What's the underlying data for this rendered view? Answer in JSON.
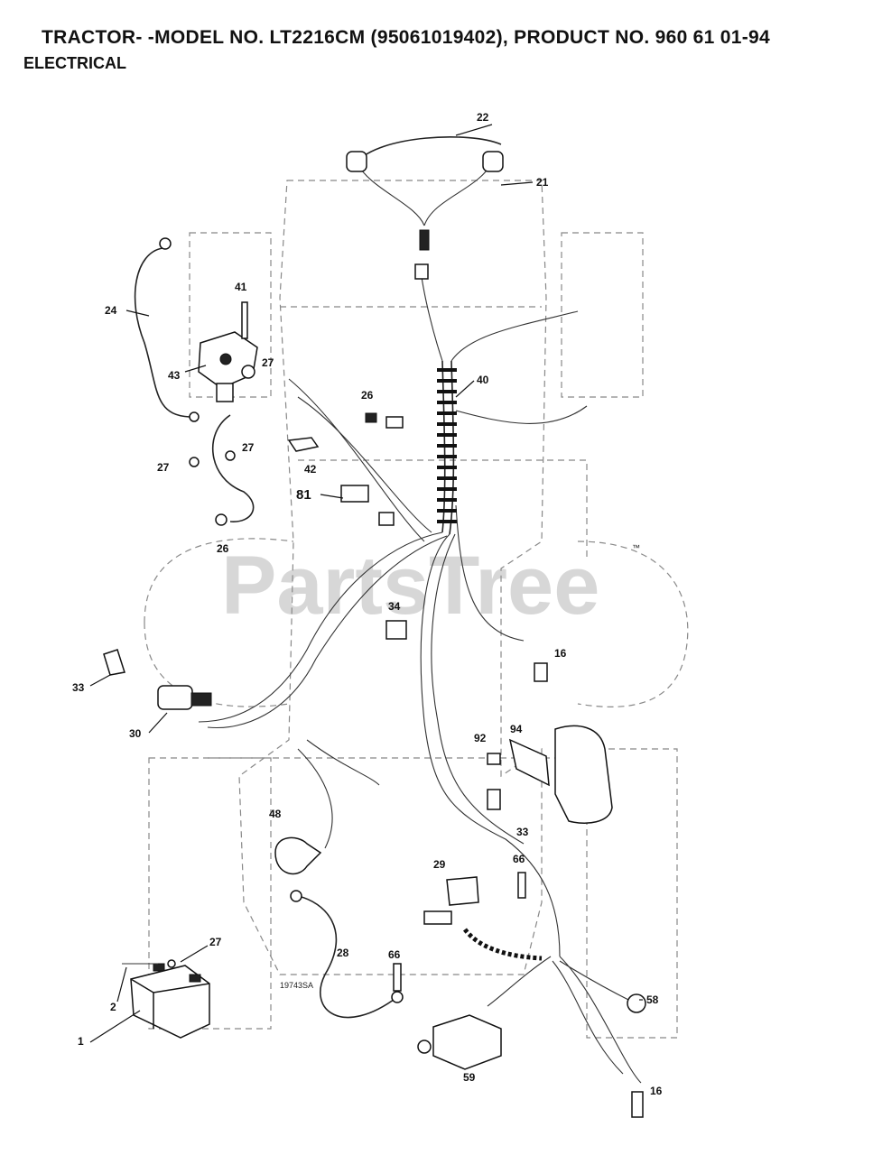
{
  "header": {
    "title": "TRACTOR- -MODEL NO. LT2216CM (95061019402), PRODUCT NO. 960 61 01-94",
    "subtitle": "ELECTRICAL"
  },
  "diagram": {
    "drawing_number": "19743SA",
    "watermark": "PartsTree",
    "watermark_tm": "™",
    "callouts": {
      "c22": "22",
      "c21": "21",
      "c41": "41",
      "c24": "24",
      "c43": "43",
      "c27a": "27",
      "c26a": "26",
      "c40": "40",
      "c27b": "27",
      "c27c": "27",
      "c42": "42",
      "c81": "81",
      "c26b": "26",
      "c34": "34",
      "c16a": "16",
      "c33a": "33",
      "c30": "30",
      "c92": "92",
      "c94": "94",
      "c33b": "33",
      "c48": "48",
      "c66a": "66",
      "c29": "29",
      "c27d": "27",
      "c28": "28",
      "c66b": "66",
      "c2": "2",
      "c1": "1",
      "c58": "58",
      "c59": "59",
      "c16b": "16"
    }
  }
}
